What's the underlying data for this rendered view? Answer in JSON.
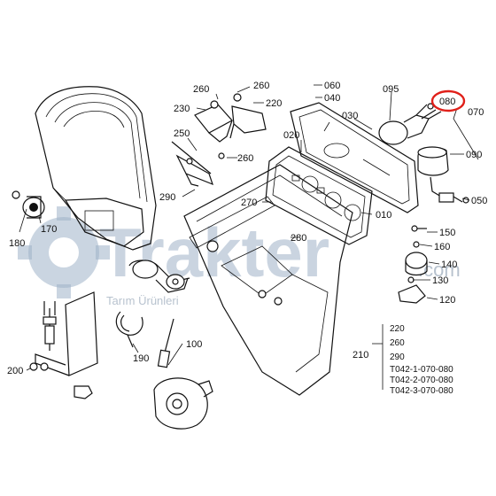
{
  "diagram": {
    "watermark": {
      "brand": "Trakter",
      "domain": ".com",
      "tagline": "Tarım Ürünleri"
    },
    "callouts": {
      "c060": "060",
      "c040": "040",
      "c095": "095",
      "c080": "080",
      "c070": "070",
      "c030": "030",
      "c020": "020",
      "c090": "090",
      "c050": "050",
      "c010": "010",
      "c260a": "260",
      "c260b": "260",
      "c220": "220",
      "c230": "230",
      "c250": "250",
      "c260c": "260",
      "c290": "290",
      "c270": "270",
      "c280": "280",
      "c150": "150",
      "c160": "160",
      "c140": "140",
      "c130": "130",
      "c120": "120",
      "c180": "180",
      "c170": "170",
      "c190": "190",
      "c100": "100",
      "c200": "200",
      "c210": "210"
    },
    "kit_list": {
      "items": [
        "220",
        "260",
        "290",
        "T042-1-070-080",
        "T042-2-070-080",
        "T042-3-070-080"
      ]
    },
    "highlight_color": "#e0201a"
  }
}
